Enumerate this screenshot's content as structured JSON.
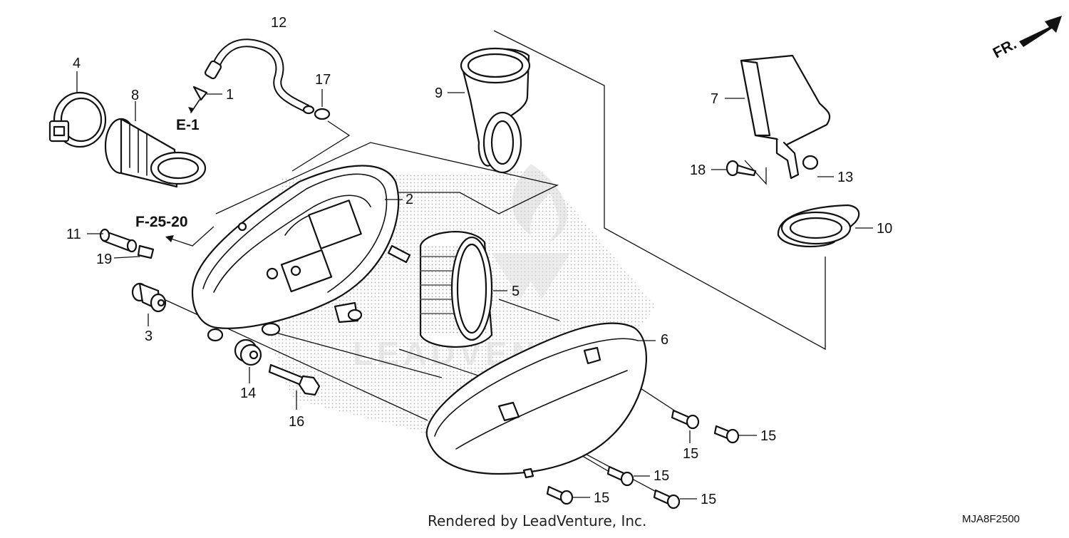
{
  "diagram": {
    "callouts": {
      "c1": "1",
      "c2": "2",
      "c3": "3",
      "c4": "4",
      "c5": "5",
      "c6": "6",
      "c7": "7",
      "c8": "8",
      "c9": "9",
      "c10": "10",
      "c11": "11",
      "c12": "12",
      "c13": "13",
      "c14": "14",
      "c15a": "15",
      "c15b": "15",
      "c15c": "15",
      "c15d": "15",
      "c15e": "15",
      "c16": "16",
      "c17": "17",
      "c18": "18",
      "c19": "19"
    },
    "references": {
      "e1": "E-1",
      "f2520": "F-25-20"
    },
    "front_marker": "FR.",
    "watermark": "LEADVENTURE",
    "footer_credit": "Rendered by LeadVenture, Inc.",
    "diagram_code": "MJA8F2500"
  }
}
